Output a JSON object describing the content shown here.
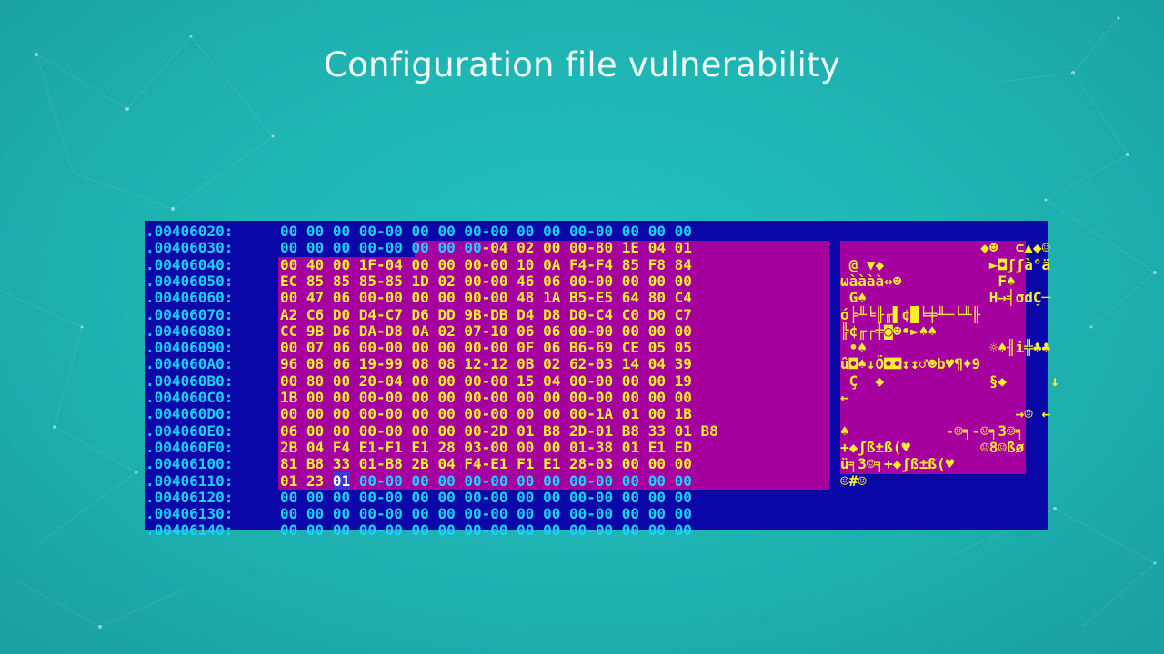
{
  "slide": {
    "title": "Configuration file vulnerability"
  },
  "hex_view": {
    "rows": [
      {
        "address": ".00406020:",
        "bytes": "00 00 00 00-00 00 00 00-00 00 00 00-00 00 00 00",
        "ascii": ""
      },
      {
        "address": ".00406030:",
        "bytes": "00 00 00 00-00 00 00 00-04 02 00 00-80 1E 04 01",
        "ascii": "                ◆☻  ⊂▲◆☺"
      },
      {
        "address": ".00406040:",
        "bytes": "00 40 00 1F-04 00 00 00-00 10 0A F4-F4 85 F8 84",
        "ascii": " @ ▼◆            ►◘ʃʃà°ä"
      },
      {
        "address": ".00406050:",
        "bytes": "EC 85 85 85-85 1D 02 00-00 46 06 00-00 00 00 00",
        "ascii": "ωàààà↔☻           F♠"
      },
      {
        "address": ".00406060:",
        "bytes": "00 47 06 00-00 00 00 00-00 48 1A B5-E5 64 80 C4",
        "ascii": " G♠              H→╡σdÇ─"
      },
      {
        "address": ".00406070:",
        "bytes": "A2 C6 D0 D4-C7 D6 DD 9B-DB D4 D8 D0-C4 C0 D0 C7",
        "ascii": "ó╞╨╘╟╓▌¢█╘╪╨─└╨╟"
      },
      {
        "address": ".00406080:",
        "bytes": "CC 9B D6 DA-D8 0A 02 07-10 06 06 00-00 00 00 00",
        "ascii": "╠¢╓┌╪◙☻•►♠♠"
      },
      {
        "address": ".00406090:",
        "bytes": "00 07 06 00-00 00 00 00-00 0F 06 B6-69 CE 05 05",
        "ascii": " •♠              ☼♠╢i╬♣♣"
      },
      {
        "address": ".004060A0:",
        "bytes": "96 08 06 19-99 08 08 12-12 0B 02 62-03 14 04 39",
        "ascii": "û◘♠↓Ö◘◘↕↕♂☻b♥¶♦9"
      },
      {
        "address": ".004060B0:",
        "bytes": "00 80 00 20-04 00 00 00-00 15 04 00-00 00 00 19",
        "ascii": " Ç  ◆            §◆     ↓"
      },
      {
        "address": ".004060C0:",
        "bytes": "1B 00 00 00-00 00 00 00-00 00 00 00-00 00 00 00",
        "ascii": "←"
      },
      {
        "address": ".004060D0:",
        "bytes": "00 00 00 00-00 00 00 00-00 00 00 00-1A 01 00 1B",
        "ascii": "                    →☺ ←"
      },
      {
        "address": ".004060E0:",
        "bytes": "06 00 00 00-00 00 00 00-2D 01 B8 2D-01 B8 33 01 B8",
        "ascii": "♠           -☺╕-☺╕3☺╕"
      },
      {
        "address": ".004060F0:",
        "bytes": "2B 04 F4 E1-F1 E1 28 03-00 00 00 01-38 01 E1 ED",
        "ascii": "+◆ʃß±ß(♥        ☺8☺ßø"
      },
      {
        "address": ".00406100:",
        "bytes": "81 B8 33 01-B8 2B 04 F4-E1 F1 E1 28-03 00 00 00",
        "ascii": "ü╕3☺╕+◆ʃß±ß(♥"
      },
      {
        "address": ".00406110:",
        "bytes": "01 23 01 00-00 00 00 00-00 00 00 00-00 00 00 00",
        "ascii": "☺#☺"
      },
      {
        "address": ".00406120:",
        "bytes": "00 00 00 00-00 00 00 00-00 00 00 00-00 00 00 00",
        "ascii": ""
      },
      {
        "address": ".00406130:",
        "bytes": "00 00 00 00-00 00 00 00-00 00 00 00-00 00 00 00",
        "ascii": ""
      },
      {
        "address": ".00406140:",
        "bytes": "00 00 00 00-00 00 00 00-00 00 00 00-00 00 00 00",
        "ascii": ""
      }
    ],
    "colors": {
      "background": "#0a07a8",
      "highlight": "#a5009f",
      "address_text": "#1ed0ff",
      "highlight_text": "#ffee2e"
    }
  }
}
